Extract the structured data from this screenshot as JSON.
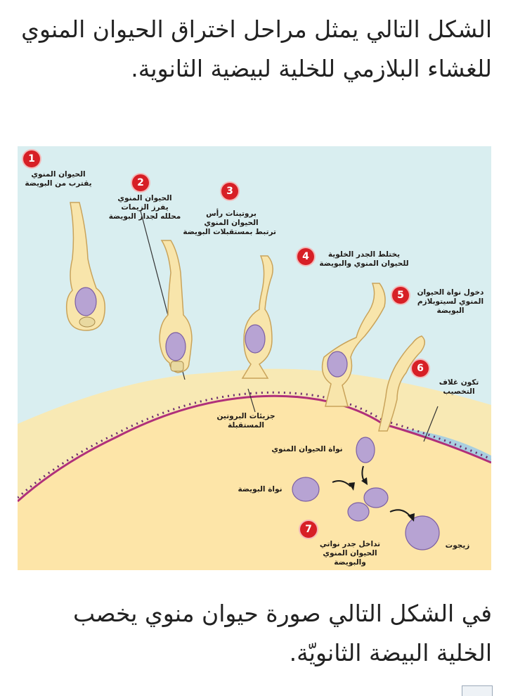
{
  "page": {
    "top_text": "الشكل التالي يمثل مراحل اختراق الحيوان المنوي للغشاء البلازمي للخلية لبيضية الثانوية.",
    "bottom_text": "في الشكل التالي صورة حيوان منوي يخصب الخلية البيضة الثانويّة."
  },
  "figure": {
    "colors": {
      "background": "#d9eef0",
      "egg_cytoplasm": "#fde5a8",
      "zona": "#f8e9b4",
      "sperm_body": "#f8e5ab",
      "nucleus": "#b7a3d3",
      "membrane": "#b0307a",
      "step_badge": "#d71f26",
      "fertilization_envelope": "#a9cfe0"
    },
    "steps": [
      {
        "number": "1",
        "line1": "الحيوان المنوي",
        "line2": "يقترب من البويضة",
        "line3": ""
      },
      {
        "number": "2",
        "line1": "الحيوان المنوي",
        "line2": "يفرز الزيمات",
        "line3": "محلله لجدار البويضة"
      },
      {
        "number": "3",
        "line1": "بروتينات رأس",
        "line2": "الحيوان المنوي",
        "line3": "ترتبط بمستقبلات البويضة"
      },
      {
        "number": "4",
        "line1": "يختلط الجدر الخلوية",
        "line2": "للحيوان المنوي والبويضة",
        "line3": ""
      },
      {
        "number": "5",
        "line1": "دخول نواة الحيوان",
        "line2": "المنوي لسيتوبلازم",
        "line3": "البويضة"
      },
      {
        "number": "6",
        "line1": "تكون غلاف",
        "line2": "التخصيب",
        "line3": ""
      },
      {
        "number": "7",
        "line1": "تداخل جدر نواتي",
        "line2": "الحيوان المنوي",
        "line3": "والبويضة"
      }
    ],
    "labels": {
      "receptor_proteins": "جزيئات البروتين المستقبلة",
      "sperm_nucleus": "نواة الحيوان المنوي",
      "egg_nucleus": "نواة البويضة",
      "zygote": "زيجوت"
    }
  }
}
